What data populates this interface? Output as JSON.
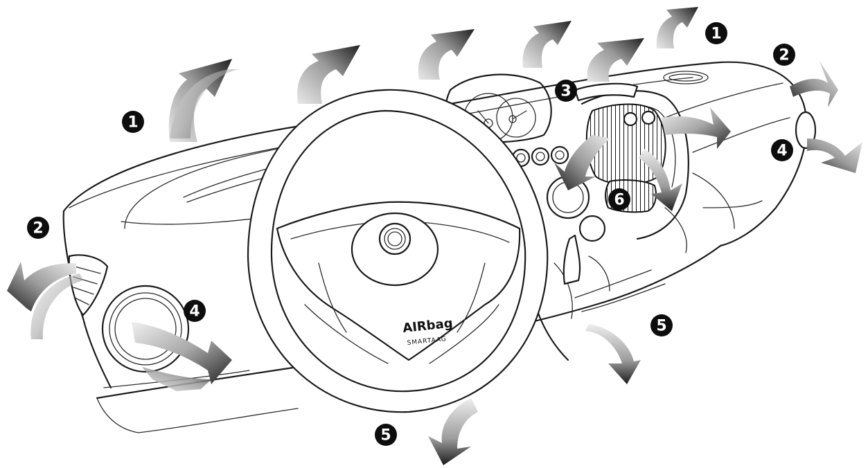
{
  "callouts": [
    {
      "id": "1",
      "label": "1"
    },
    {
      "id": "1b",
      "label": "1"
    },
    {
      "id": "2",
      "label": "2"
    },
    {
      "id": "2b",
      "label": "2"
    },
    {
      "id": "3",
      "label": "3"
    },
    {
      "id": "4",
      "label": "4"
    },
    {
      "id": "4b",
      "label": "4"
    },
    {
      "id": "5",
      "label": "5"
    },
    {
      "id": "5b",
      "label": "5"
    },
    {
      "id": "6",
      "label": "6"
    }
  ],
  "airbag": {
    "label": "AIRbag",
    "sublabel": "SMARTAAG"
  },
  "colors": {
    "arrow_dark": "#2b2b2b",
    "arrow_light": "#dcdcdc",
    "line": "#1a1a1a",
    "callout_bg": "#0d0d0d",
    "callout_text": "#ffffff"
  }
}
